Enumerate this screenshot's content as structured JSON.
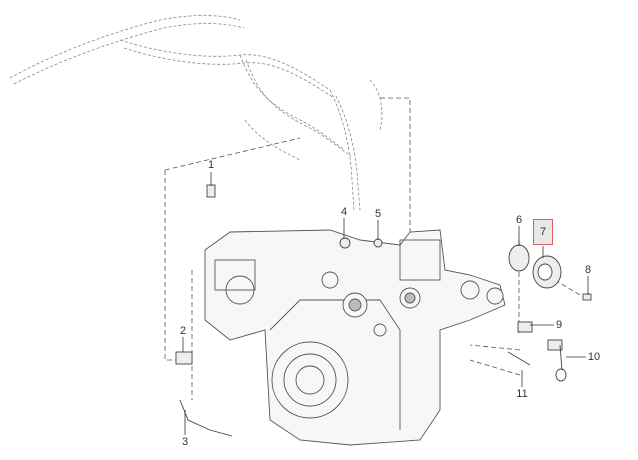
{
  "diagram": {
    "callouts": [
      {
        "label": "1",
        "selected": false
      },
      {
        "label": "2",
        "selected": false
      },
      {
        "label": "3",
        "selected": false
      },
      {
        "label": "4",
        "selected": false
      },
      {
        "label": "5",
        "selected": false
      },
      {
        "label": "6",
        "selected": false
      },
      {
        "label": "7",
        "selected": true
      },
      {
        "label": "8",
        "selected": false
      },
      {
        "label": "9",
        "selected": false
      },
      {
        "label": "10",
        "selected": false
      },
      {
        "label": "11",
        "selected": false
      }
    ],
    "highlight_color": "#e06060"
  }
}
